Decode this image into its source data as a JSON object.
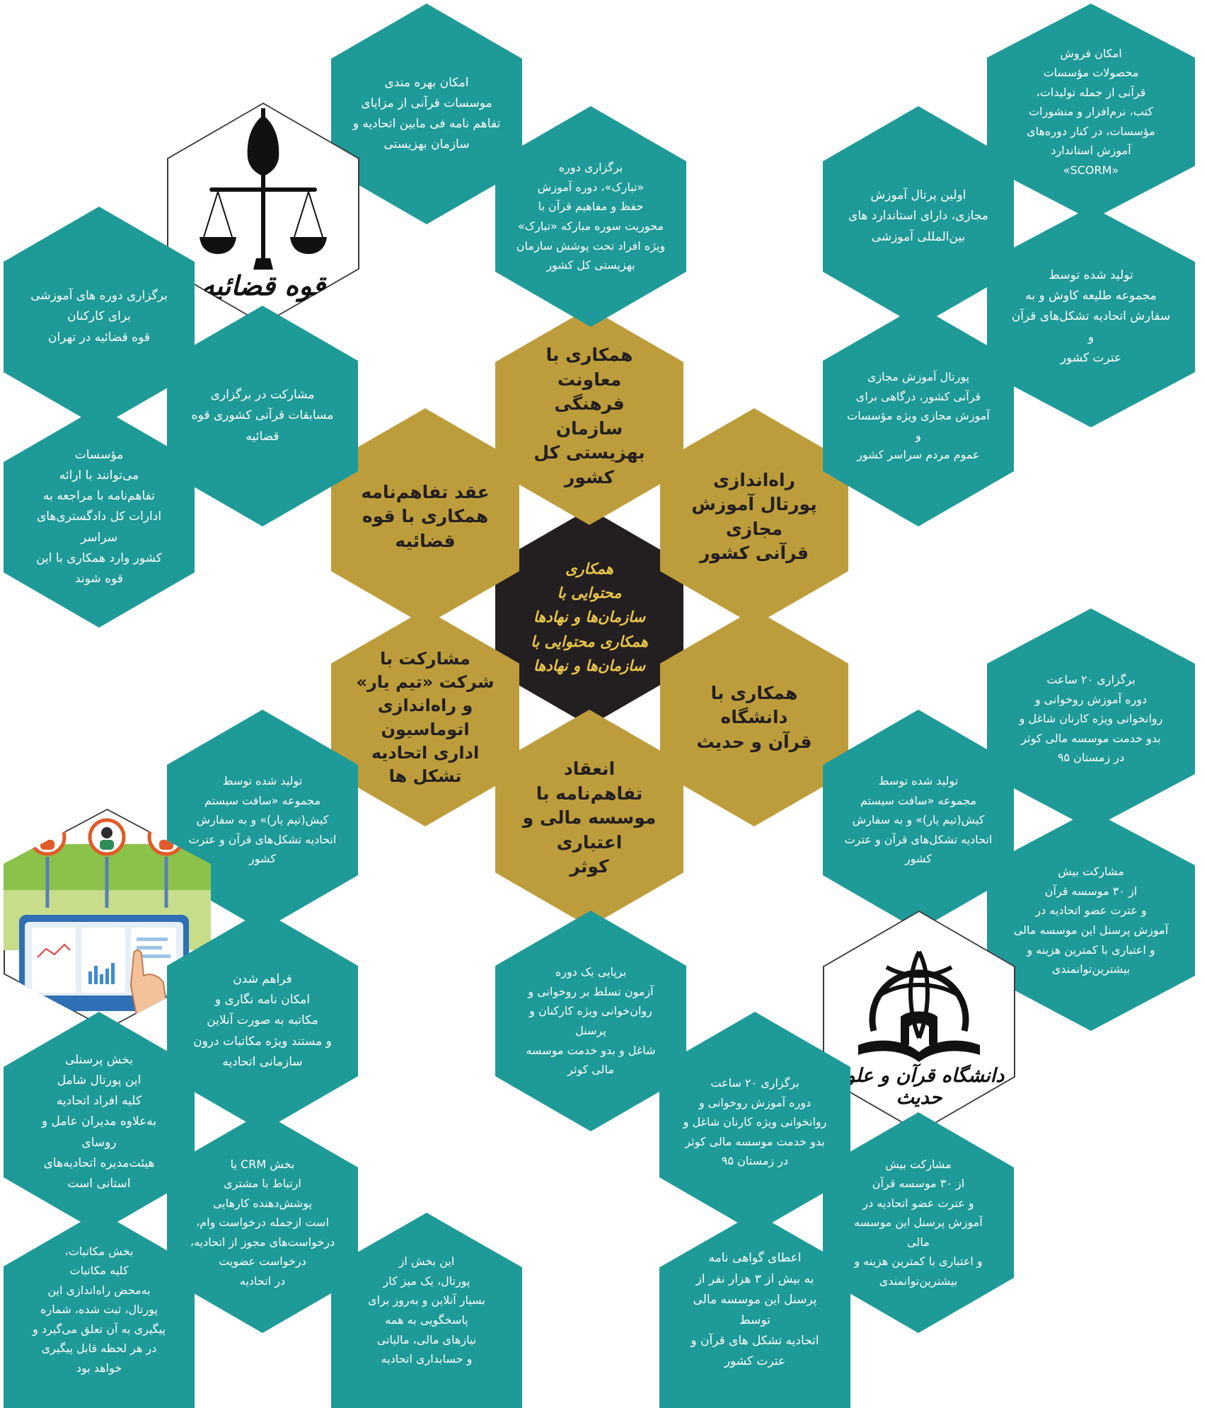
{
  "colors": {
    "teal": "#1e9a98",
    "gold": "#bd9d3b",
    "center": "#231f20",
    "center_text": "#e9c548"
  },
  "center": "همکاری\nمحتوایی با\nسازمان‌ها و نهادها\nهمکاری محتوایی با\nسازمان‌ها و نهادها",
  "themes": {
    "behzisti": "همکاری با معاونت\nفرهنگی سازمان\nبهزیستی کل کشور",
    "ghoveh": "عقد تفاهم‌نامه\nهمکاری با قوه قضائیه",
    "portal": "راه‌اندازی\nپورتال آموزش مجازی\nقرآنی کشور",
    "daneshgah": "همکاری با دانشگاه\nقرآن و حدیث",
    "kowsar": "انعقاد تفاهم‌نامه با\nموسسه مالی و اعتباری\nکوثر",
    "teamyar": "مشارکت با\nشرکت «تیم یار»\nو راه‌اندازی اتوماسیون\nاداری اتحادیه\nتشکل ها"
  },
  "details": {
    "behzisti_1": "امکان بهره مندی\nموسسات قرآنی از مزایای\nتفاهم نامه فی مابین اتحادیه و\nسازمان بهزیستی",
    "behzisti_2": "برگزاری دوره\n«تبارک»، دوره آموزش\nحفظ و مفاهیم قرآن  با\nمحوریت سوره مبارکه «تبارک»\nویژه افراد تحت پوشش سازمان\nبهزیستی کل کشور",
    "ghoveh_1": "برگزاری دوره های آموزشی\nبرای کارکنان\nقوه قضائیه در تهران",
    "ghoveh_2": "مشارکت در برگزاری\nمسابقات قرآنی کشوری قوه\nقضائیه",
    "ghoveh_3": "مؤسسات\nمی‌توانند با ارائه\nتفاهم‌نامه   با مراجعه به\nادارات کل دادگستری‌های سراسر\nکشور وارد همکاری با این\nقوه شوند",
    "portal_1": "امکان فروش\nمحصولات مؤسسات\nقرآنی از جمله تولیدات،\nکتب، نرم‌افزار و منشورات\nمؤسسات،  در کنار دوره‌های\nآموزش  استاندارد\n«SCORM»",
    "portal_2": "اولین پرتال آموزش\nمجازی، دارای استاندارد های\nبین‌المللی آموزشی",
    "portal_3": "تولید شده توسط\nمجموعه طلیعه کاوش و به\nسفارش اتحادیه تشکل‌های قرآن و\nعترت کشور",
    "portal_4": "پورتال آموزش مجازی\nقرآنی کشور، درگاهی برای\nآموزش مجازی ویژه مؤسسات و\nعموم مردم سراسر کشور",
    "daneshgah_1": "برگزاری ۲۰ ساعت\nدوره آموزش روخوانی و\nروانخوانی ویژه کارنان شاغل و\nبدو خدمت موسسه مالی کوثر\nدر زمستان ۹۵",
    "daneshgah_2": "تولید شده توسط\nمجموعه «سافت سیستم\nکیش(تیم یار)» و به سفارش\nاتحادیه تشکل‌های قرآن و عترت\nکشور",
    "daneshgah_3": "مشارکت بیش\nاز ۳۰ موسسه قرآن\nو عترت عضو اتحادیه در\nآموزش پرسنل این موسسه مالی\nو اعتباری  با کمترین هزینه و\nبیشترین‌توانمندی",
    "kowsar_1": "برپایی یک دوره\nآزمون تسلط بر روخوانی و\nروان‌خوانی ویژه کارکنان و پرسنل\nشاغل و بدو خدمت موسسه\nمالی کوثر",
    "kowsar_2": "برگزاری ۲۰ ساعت\nدوره آموزش روخوانی و\nروانخوانی ویژه کارنان شاغل و\nبدو خدمت موسسه مالی کوثر\nدر زمستان ۹۵",
    "kowsar_3": "مشارکت بیش\nاز ۳۰ موسسه قرآن\nو عترت عضو اتحادیه در\nآموزش پرسنل این موسسه مالی\nو اعتباری  با کمترین هزینه و\nبیشترین‌توانمندی",
    "kowsar_4": "اعطای گواهی نامه\nبه بیش از ۳ هزار نفر از\nپرسنل این موسسه مالی توسط\nاتحادیه تشکل های قرآن و\nعترت کشور",
    "teamyar_1": "تولید شده توسط\nمجموعه «سافت سیستم\nکیش(تیم یار)» و به سفارش\nاتحادیه تشکل‌های قرآن و عترت\nکشور",
    "teamyar_2": "فراهم شدن\nامکان نامه نگاری و\nمکاتبه به صورت آنلاین\nو مستند ویژه مکاتبات درون\nسازمانی اتحادیه",
    "teamyar_3": "بخش پرسنلی\nاین پورتال شامل\nکلیه افراد اتحادیه\nبه‌علاوه مدیران عامل و روسای\nهیئت‌مدیره اتحادیه‌های\nاستانی است",
    "teamyar_4": "بخش CRM یا\nارتباط با مشتری\nپوشش‌دهنده کارهایی\nاست ازجمله درخواست وام،\nدرخواست‌های مجوز از اتحادیه،\nدرخواست عضویت\nدر اتحادیه",
    "teamyar_5": "بخش مکاتبات،\nکلیه مکاتبات\nبه‌محض راه‌اندازی این\nپورتال، ثبت شده، شماره\nپیگیری به آن تعلق می‌گیرد و\nدر هر لحظه قابل پیگیری\nخواهد بود",
    "teamyar_6": "این بخش از\nپورتال، یک میز کار\nبسیار آنلاین و به‌روز برای\nپاسخگویی به همه\nنیازهای مالی، مالیاتی\nو حسابداری اتحادیه"
  },
  "logos": {
    "judiciary": {
      "icon": "judiciary-scales-emblem",
      "caption": "قوه قضائیه"
    },
    "university": {
      "icon": "university-globe-book-emblem",
      "caption": "دانشگاه قرآن و علوم حدیث"
    },
    "teamyar": {
      "icon": "dashboard-people-illustration"
    }
  }
}
